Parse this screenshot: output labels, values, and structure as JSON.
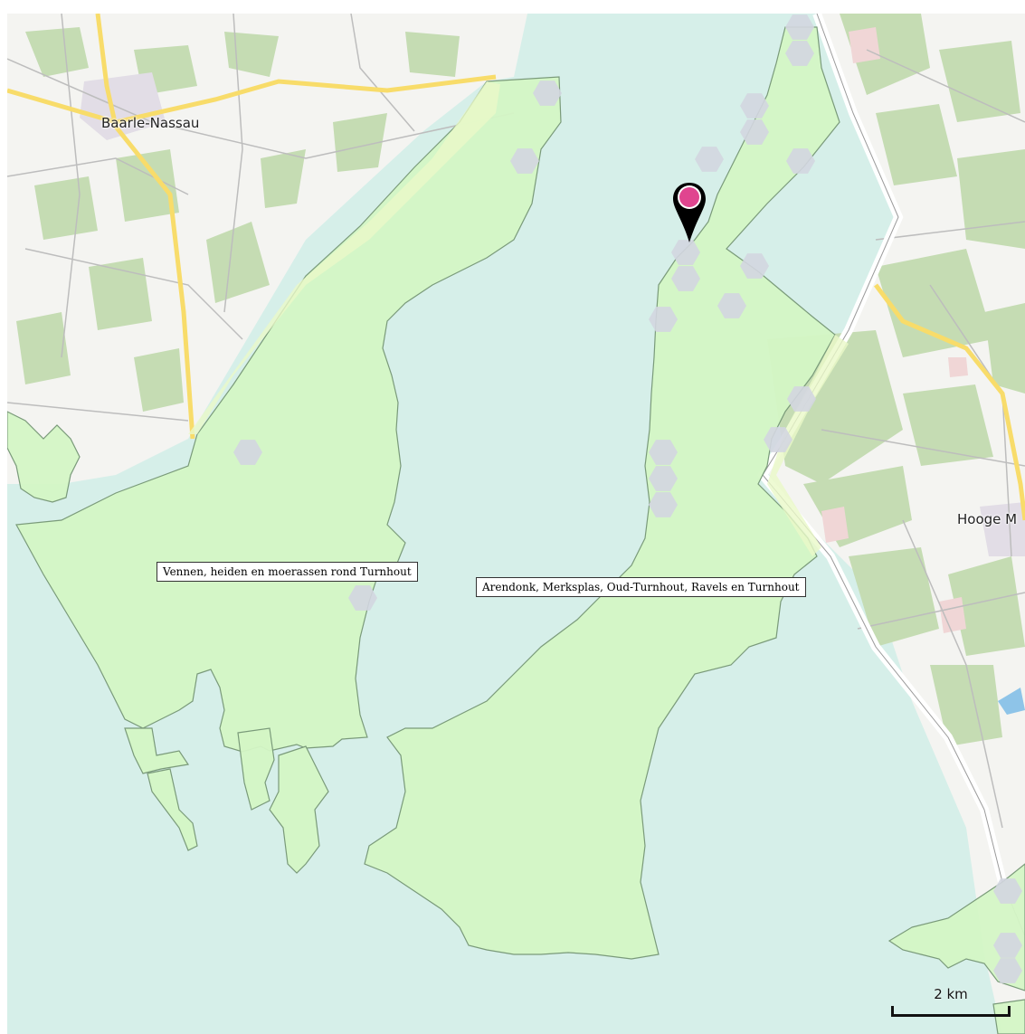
{
  "places": {
    "baarle_nassau": "Baarle-Nassau",
    "hooge_mierde": "Hooge M"
  },
  "areas": {
    "vennen": "Vennen, heiden en moerassen rond Turnhout",
    "arendonk": "Arendonk, Merksplas, Oud-Turnhout, Ravels en Turnhout"
  },
  "scale": {
    "label": "2 km"
  },
  "colors": {
    "water_tint": "#d6efe9",
    "protected_area": "#d4f5c5",
    "protected_area_outline": "#7a9a7a",
    "forest": "#c5dcb3",
    "road_major": "#f8dc6a",
    "hexagon": "#d3d6e0",
    "marker_fill": "#e0458f",
    "marker_outline": "#000000"
  },
  "icons": {
    "marker": "map-pin-icon",
    "hexagon": "hexagon-icon"
  }
}
